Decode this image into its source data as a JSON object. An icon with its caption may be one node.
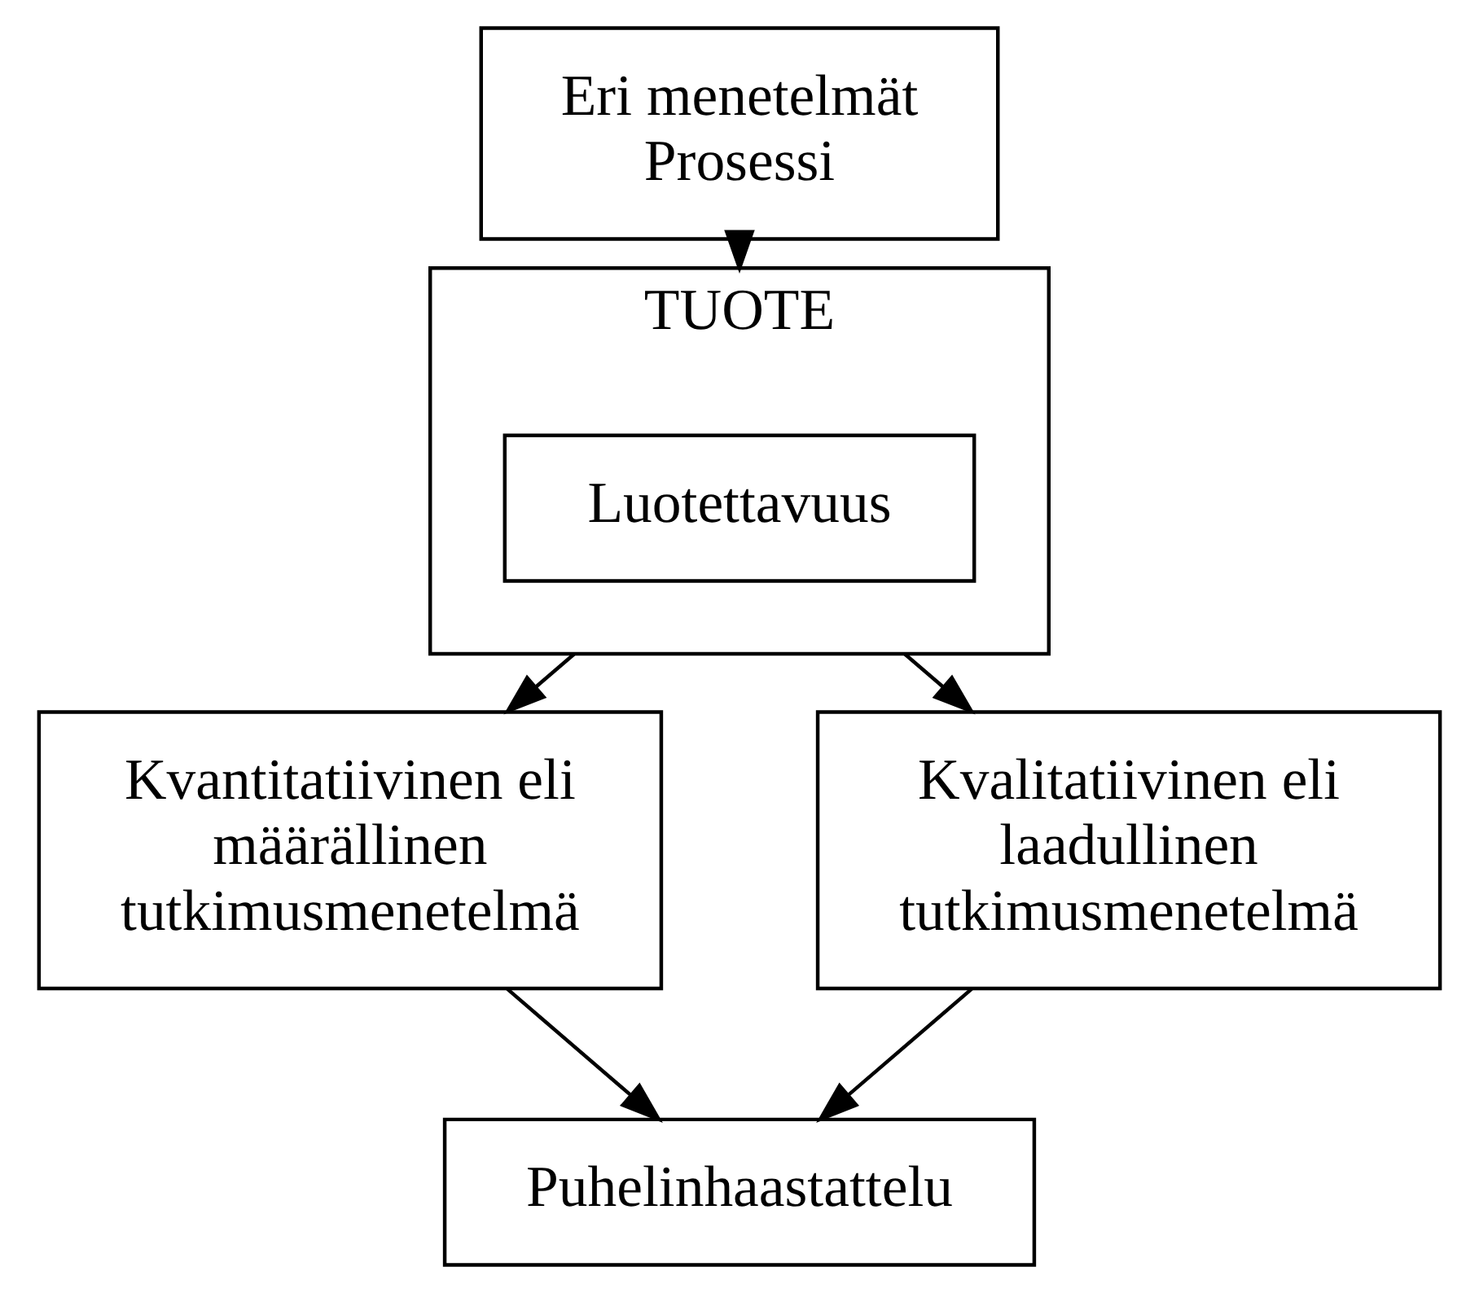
{
  "diagram": {
    "nodes": [
      {
        "text": [
          "Eri menetelmät Prosessi"
        ]
      },
      {
        "text": [
          "TUOTE"
        ]
      },
      {
        "text": [
          "Luotettavuus"
        ],
        "in": 1
      },
      {
        "text": [
          "Kvantitatiivinen eli määrällinen tutkimusmenetelmä"
        ]
      },
      {
        "text": [
          "Kvalitatiivinen eli laadullinen tutkimusmenetelmä"
        ]
      },
      {
        "text": [
          "Puhelinhaastattelu"
        ]
      }
    ],
    "edges": [
      {
        "from": 0,
        "to": 1,
        "arrow": "to"
      },
      {
        "from": 1,
        "to": 3,
        "arrow": "to"
      },
      {
        "from": 1,
        "to": 4,
        "arrow": "to"
      },
      {
        "from": 3,
        "to": 5,
        "arrow": "to"
      },
      {
        "from": 4,
        "to": 5,
        "arrow": "to"
      }
    ]
  }
}
